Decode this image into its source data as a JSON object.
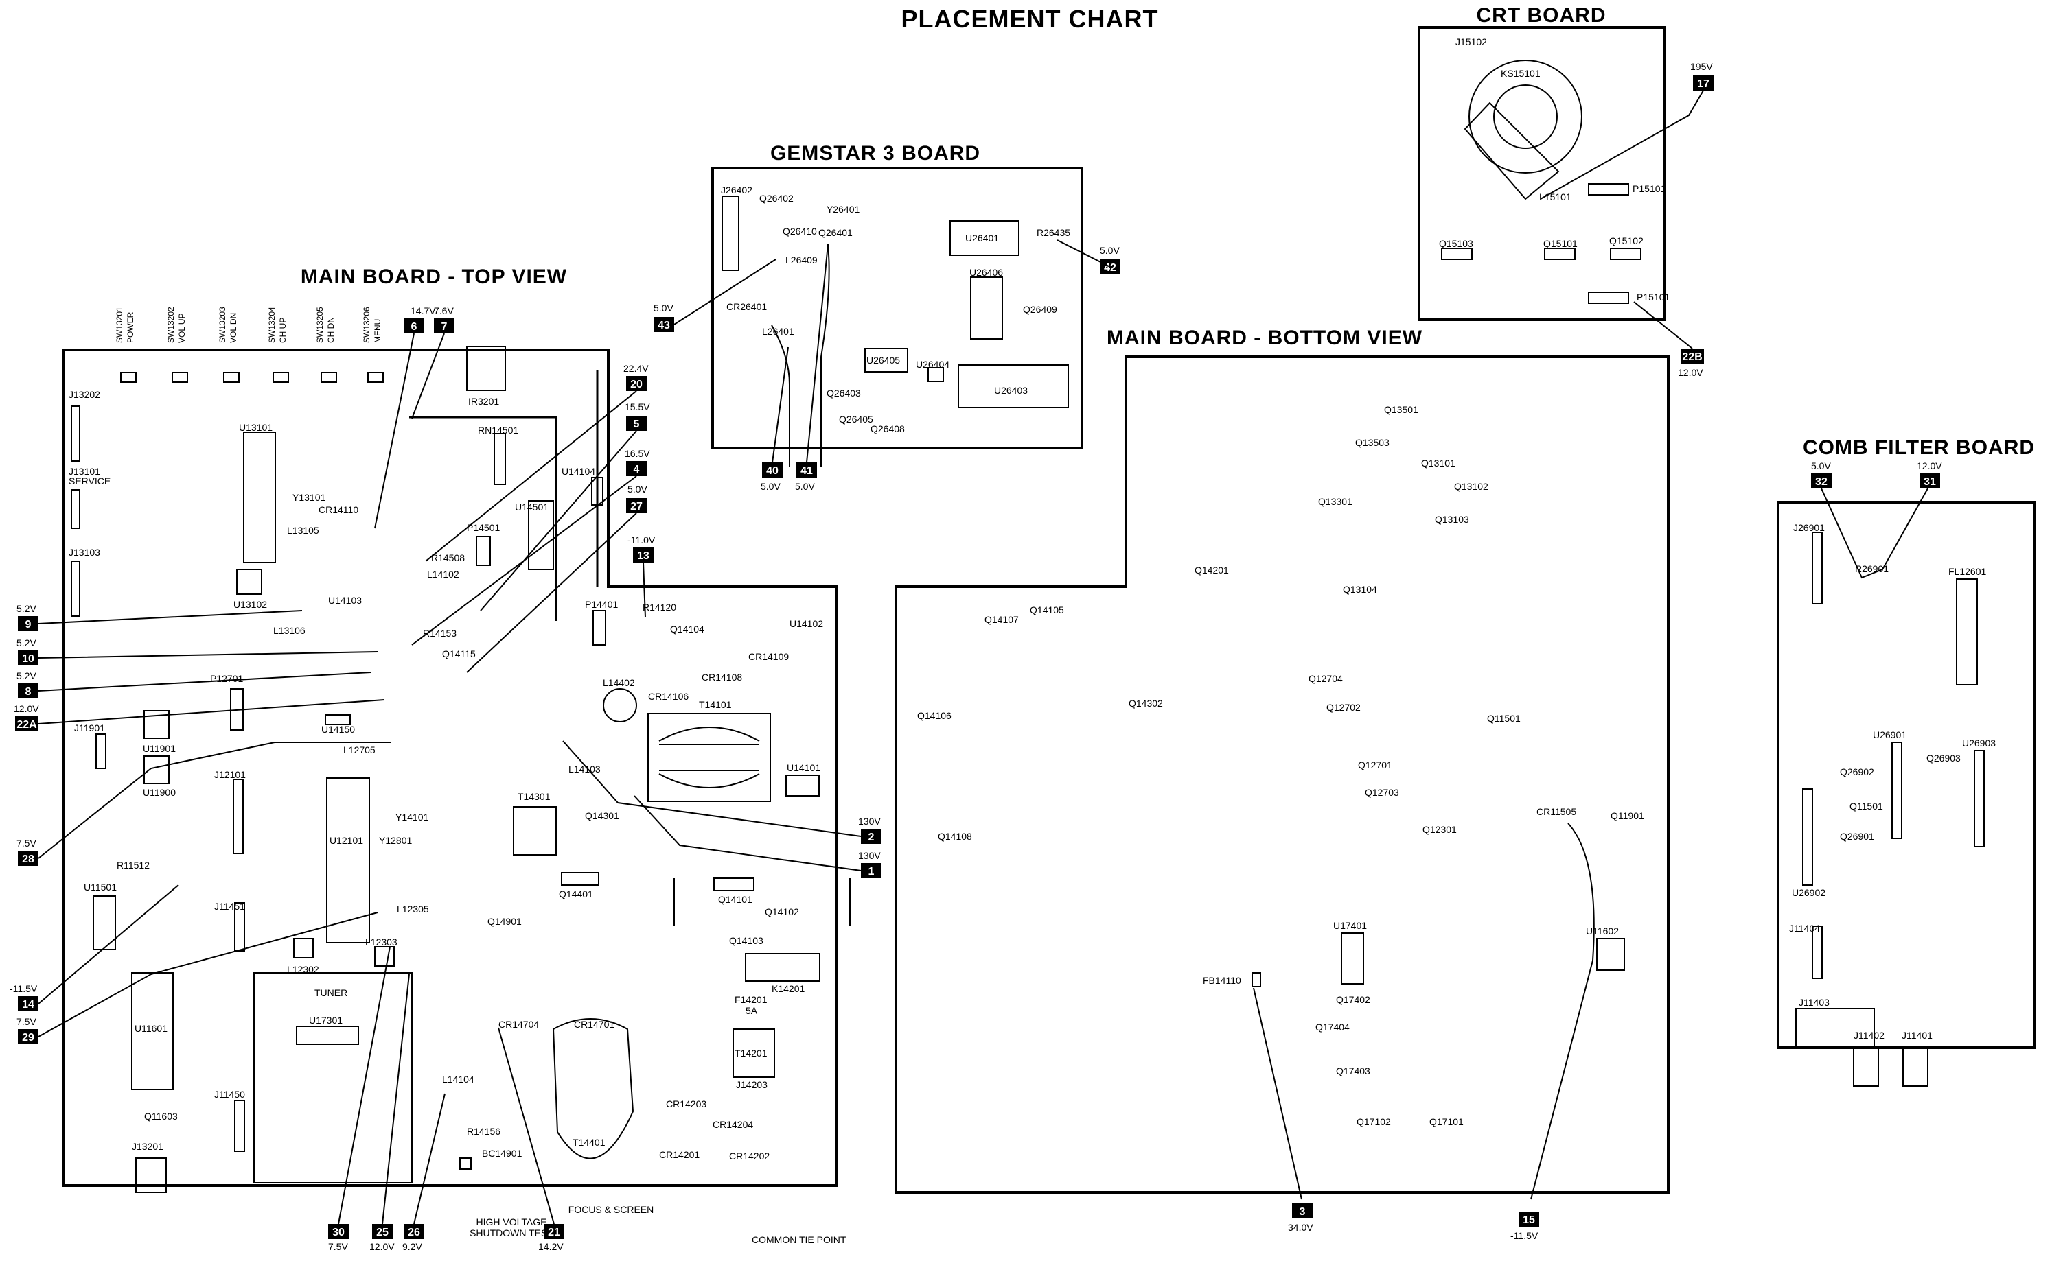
{
  "title": "PLACEMENT CHART",
  "boards": {
    "crt": "CRT BOARD",
    "gemstar": "GEMSTAR 3 BOARD",
    "main_top": "MAIN BOARD - TOP VIEW",
    "main_bottom": "MAIN BOARD - BOTTOM VIEW",
    "comb": "COMB FILTER BOARD"
  },
  "switches": [
    {
      "ref": "SW13201",
      "fn": "POWER"
    },
    {
      "ref": "SW13202",
      "fn": "VOL UP"
    },
    {
      "ref": "SW13203",
      "fn": "VOL DN"
    },
    {
      "ref": "SW13204",
      "fn": "CH UP"
    },
    {
      "ref": "SW13205",
      "fn": "CH DN"
    },
    {
      "ref": "SW13206",
      "fn": "MENU"
    }
  ],
  "test_points": [
    {
      "num": "6",
      "volt": "14.7V"
    },
    {
      "num": "7",
      "volt": "7.6V"
    },
    {
      "num": "20",
      "volt": "22.4V"
    },
    {
      "num": "5",
      "volt": "15.5V"
    },
    {
      "num": "4",
      "volt": "16.5V"
    },
    {
      "num": "27",
      "volt": "5.0V"
    },
    {
      "num": "13",
      "volt": "-11.0V"
    },
    {
      "num": "9",
      "volt": "5.2V"
    },
    {
      "num": "10",
      "volt": "5.2V"
    },
    {
      "num": "8",
      "volt": "5.2V"
    },
    {
      "num": "22A",
      "volt": "12.0V"
    },
    {
      "num": "28",
      "volt": "7.5V"
    },
    {
      "num": "14",
      "volt": "-11.5V"
    },
    {
      "num": "29",
      "volt": "7.5V"
    },
    {
      "num": "2",
      "volt": "130V"
    },
    {
      "num": "1",
      "volt": "130V"
    },
    {
      "num": "30",
      "volt": "7.5V"
    },
    {
      "num": "25",
      "volt": "12.0V"
    },
    {
      "num": "26",
      "volt": "9.2V"
    },
    {
      "num": "21",
      "volt": "14.2V"
    },
    {
      "num": "43",
      "volt": "5.0V"
    },
    {
      "num": "40",
      "volt": "5.0V"
    },
    {
      "num": "41",
      "volt": "5.0V"
    },
    {
      "num": "42",
      "volt": "5.0V"
    },
    {
      "num": "17",
      "volt": "195V"
    },
    {
      "num": "22B",
      "volt": "12.0V"
    },
    {
      "num": "3",
      "volt": "34.0V"
    },
    {
      "num": "15",
      "volt": "-11.5V"
    },
    {
      "num": "32",
      "volt": "5.0V"
    },
    {
      "num": "31",
      "volt": "12.0V"
    }
  ],
  "notes": {
    "high_voltage": "HIGH VOLTAGE",
    "shutdown_test": "SHUTDOWN TEST",
    "focus_screen": "FOCUS & SCREEN",
    "common_tie": "COMMON TIE POINT",
    "tuner": "TUNER",
    "fuse": "F14201",
    "fuse_rating": "5A"
  },
  "main_top_components": [
    {
      "ref": "J13202"
    },
    {
      "ref": "J13101"
    },
    {
      "ref": "SERVICE"
    },
    {
      "ref": "J13103"
    },
    {
      "ref": "U13101"
    },
    {
      "ref": "Y13101"
    },
    {
      "ref": "L13105"
    },
    {
      "ref": "U13102"
    },
    {
      "ref": "U14103"
    },
    {
      "ref": "L13106"
    },
    {
      "ref": "CR14110"
    },
    {
      "ref": "IR3201"
    },
    {
      "ref": "RN14501"
    },
    {
      "ref": "U14104"
    },
    {
      "ref": "U14501"
    },
    {
      "ref": "P14501"
    },
    {
      "ref": "R14508"
    },
    {
      "ref": "L14102"
    },
    {
      "ref": "R14153"
    },
    {
      "ref": "Q14115"
    },
    {
      "ref": "P14401"
    },
    {
      "ref": "R14120"
    },
    {
      "ref": "Q14104"
    },
    {
      "ref": "U14102"
    },
    {
      "ref": "CR14109"
    },
    {
      "ref": "CR14106"
    },
    {
      "ref": "CR14108"
    },
    {
      "ref": "L14402"
    },
    {
      "ref": "T14101"
    },
    {
      "ref": "P12701"
    },
    {
      "ref": "U14150"
    },
    {
      "ref": "L12705"
    },
    {
      "ref": "J11901"
    },
    {
      "ref": "U11901"
    },
    {
      "ref": "U11900"
    },
    {
      "ref": "J12101"
    },
    {
      "ref": "U12101"
    },
    {
      "ref": "Y14101"
    },
    {
      "ref": "Y12801"
    },
    {
      "ref": "L14103"
    },
    {
      "ref": "T14301"
    },
    {
      "ref": "Q14301"
    },
    {
      "ref": "U14101"
    },
    {
      "ref": "R11512"
    },
    {
      "ref": "U11501"
    },
    {
      "ref": "J11451"
    },
    {
      "ref": "L12305"
    },
    {
      "ref": "L12303"
    },
    {
      "ref": "L12302"
    },
    {
      "ref": "Q14401"
    },
    {
      "ref": "Q14901"
    },
    {
      "ref": "Q14101"
    },
    {
      "ref": "Q14102"
    },
    {
      "ref": "Q14103"
    },
    {
      "ref": "K14201"
    },
    {
      "ref": "U11601"
    },
    {
      "ref": "U17301"
    },
    {
      "ref": "CR14704"
    },
    {
      "ref": "CR14701"
    },
    {
      "ref": "T14201"
    },
    {
      "ref": "J14203"
    },
    {
      "ref": "CR14203"
    },
    {
      "ref": "CR14204"
    },
    {
      "ref": "T14401"
    },
    {
      "ref": "CR14201"
    },
    {
      "ref": "CR14202"
    },
    {
      "ref": "J11450"
    },
    {
      "ref": "Q11603"
    },
    {
      "ref": "J13201"
    },
    {
      "ref": "L14104"
    },
    {
      "ref": "R14156"
    },
    {
      "ref": "BC14901"
    }
  ],
  "gemstar_components": [
    {
      "ref": "J26402"
    },
    {
      "ref": "Q26402"
    },
    {
      "ref": "Y26401"
    },
    {
      "ref": "Q26410"
    },
    {
      "ref": "Q26401"
    },
    {
      "ref": "L26409"
    },
    {
      "ref": "U26401"
    },
    {
      "ref": "R26435"
    },
    {
      "ref": "U26406"
    },
    {
      "ref": "CR26401"
    },
    {
      "ref": "Q26409"
    },
    {
      "ref": "L26401"
    },
    {
      "ref": "U26405"
    },
    {
      "ref": "U26404"
    },
    {
      "ref": "U26403"
    },
    {
      "ref": "Q26403"
    },
    {
      "ref": "Q26405"
    },
    {
      "ref": "Q26408"
    }
  ],
  "crt_components": [
    {
      "ref": "J15102"
    },
    {
      "ref": "KS15101"
    },
    {
      "ref": "L15101"
    },
    {
      "ref": "P15101"
    },
    {
      "ref": "Q15103"
    },
    {
      "ref": "Q15101"
    },
    {
      "ref": "Q15102"
    }
  ],
  "main_bottom_components": [
    {
      "ref": "Q13501"
    },
    {
      "ref": "Q13503"
    },
    {
      "ref": "Q13101"
    },
    {
      "ref": "Q13102"
    },
    {
      "ref": "Q13301"
    },
    {
      "ref": "Q13103"
    },
    {
      "ref": "Q14201"
    },
    {
      "ref": "Q13104"
    },
    {
      "ref": "Q14107"
    },
    {
      "ref": "Q14105"
    },
    {
      "ref": "Q12704"
    },
    {
      "ref": "Q14302"
    },
    {
      "ref": "Q12702"
    },
    {
      "ref": "Q14106"
    },
    {
      "ref": "Q11501"
    },
    {
      "ref": "Q12701"
    },
    {
      "ref": "Q12703"
    },
    {
      "ref": "CR11505"
    },
    {
      "ref": "Q11901"
    },
    {
      "ref": "Q14108"
    },
    {
      "ref": "Q12301"
    },
    {
      "ref": "U17401"
    },
    {
      "ref": "U11602"
    },
    {
      "ref": "FB14110"
    },
    {
      "ref": "Q17402"
    },
    {
      "ref": "Q17404"
    },
    {
      "ref": "Q17403"
    },
    {
      "ref": "Q17102"
    },
    {
      "ref": "Q17101"
    }
  ],
  "comb_components": [
    {
      "ref": "J26901"
    },
    {
      "ref": "R26901"
    },
    {
      "ref": "FL12601"
    },
    {
      "ref": "U26901"
    },
    {
      "ref": "U26903"
    },
    {
      "ref": "Q26902"
    },
    {
      "ref": "Q26903"
    },
    {
      "ref": "Q11501"
    },
    {
      "ref": "Q26901"
    },
    {
      "ref": "U26902"
    },
    {
      "ref": "J11404"
    },
    {
      "ref": "J11403"
    },
    {
      "ref": "J11402"
    },
    {
      "ref": "J11401"
    }
  ]
}
